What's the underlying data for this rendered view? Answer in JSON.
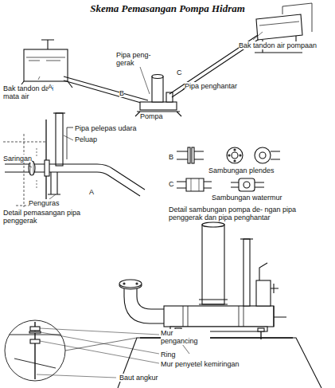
{
  "diagram": {
    "title": "Skema Pemasangan Pompa Hidram",
    "labels": [
      "Bak tandon air pompaan",
      "Pipa peng- gerak",
      "Pipa penghantar",
      "Bak tandon dari mata air",
      "Pompa",
      "A",
      "B",
      "C",
      "Pipa pelepas udara",
      "Peluap",
      "Saringan",
      "Penguras",
      "A",
      "Detail pemasangan pipa penggerak",
      "B",
      "C",
      "Sambungan plendes",
      "Sambungan watermur",
      "Detail sambungan pompa de- ngan pipa penggerak dan pipa penghantar",
      "Mur pengancing",
      "Ring",
      "Mur penyetel kemiringan",
      "Baut angkur"
    ]
  }
}
